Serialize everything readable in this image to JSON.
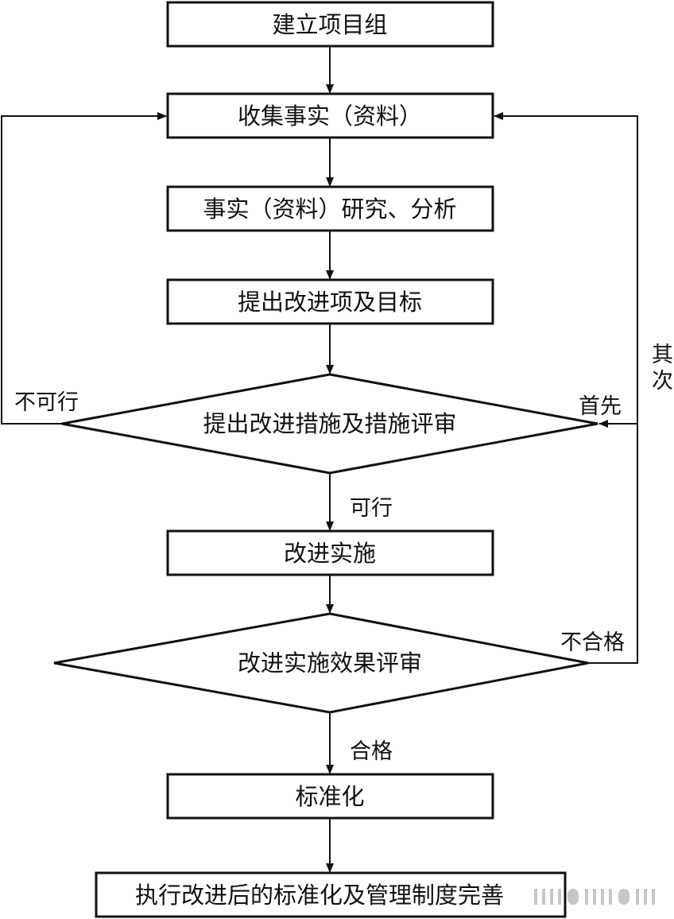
{
  "nodes": {
    "form_team": "建立项目组",
    "collect_facts": "收集事实（资料）",
    "analyze_facts": "事实（资料）研究、分析",
    "propose_items": "提出改进项及目标",
    "propose_measures": "提出改进措施及措施评审",
    "implement": "改进实施",
    "evaluate_effect": "改进实施效果评审",
    "standardize": "标准化",
    "execute_improve": "执行改进后的标准化及管理制度完善"
  },
  "edges": {
    "not_feasible": "不可行",
    "feasible": "可行",
    "first": "首先",
    "second": "其次",
    "unqualified": "不合格",
    "qualified": "合格"
  }
}
